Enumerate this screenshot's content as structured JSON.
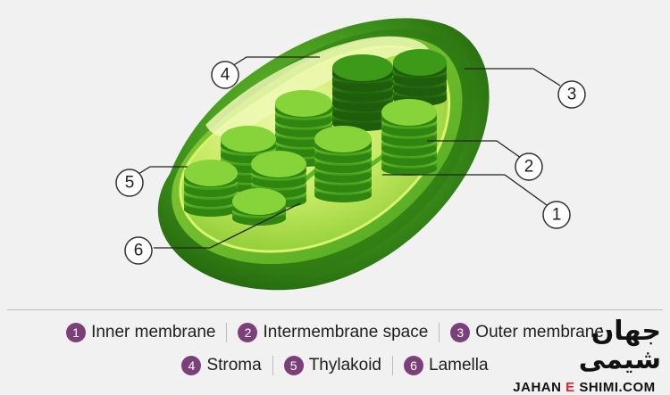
{
  "callouts": [
    {
      "number": "1"
    },
    {
      "number": "2"
    },
    {
      "number": "3"
    },
    {
      "number": "4"
    },
    {
      "number": "5"
    },
    {
      "number": "6"
    }
  ],
  "legend": {
    "row1": [
      {
        "number": "1",
        "label": "Inner membrane"
      },
      {
        "number": "2",
        "label": "Intermembrane space"
      },
      {
        "number": "3",
        "label": "Outer membrane"
      }
    ],
    "row2": [
      {
        "number": "4",
        "label": "Stroma"
      },
      {
        "number": "5",
        "label": "Thylakoid"
      },
      {
        "number": "6",
        "label": "Lamella"
      }
    ]
  },
  "colors": {
    "outer_membrane": "#3f8d1d",
    "inner_stroma": "#b7e34c",
    "granum": "#5fbf24",
    "badge": "#7b3f7a",
    "background": "#f1f1f1"
  },
  "watermark": {
    "script_text": "جهان شیمی",
    "latin_text_before": "JAHAN",
    "latin_text_accent": "E",
    "latin_text_after": "SHIMI.COM"
  }
}
